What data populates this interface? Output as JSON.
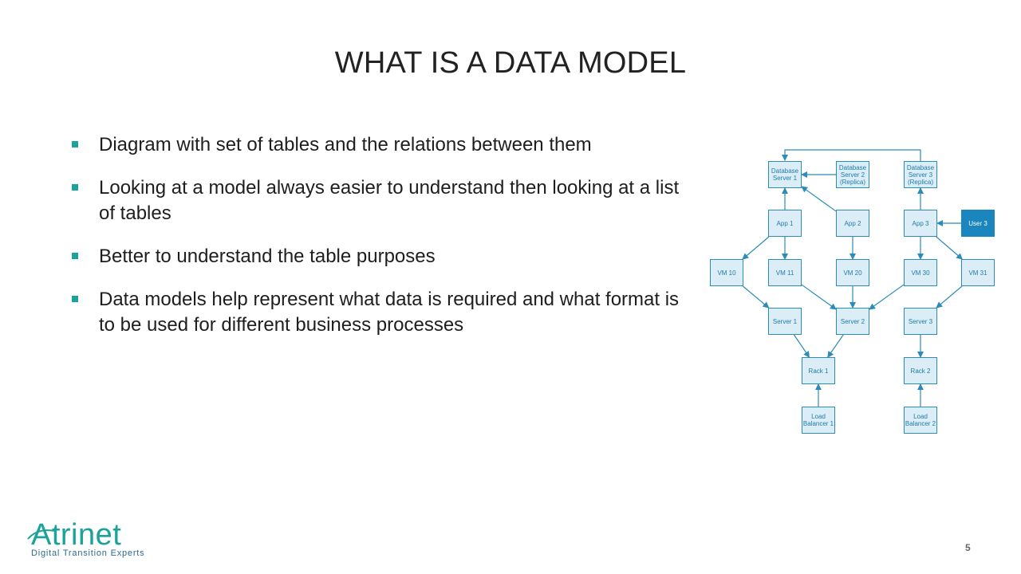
{
  "slide": {
    "title": "WHAT IS A DATA MODEL",
    "page_number": "5"
  },
  "bullets": [
    "Diagram with set of tables and the relations between them",
    "Looking at a model always easier to understand then looking at a list of tables",
    "Better to understand the table purposes",
    "Data models help represent what data is required and what format is to be used for different business processes"
  ],
  "diagram": {
    "colors": {
      "node_fill": "#dbeef8",
      "node_border": "#2b8cb8",
      "edge": "#2b8cb8",
      "highlight_fill": "#1b86bd"
    },
    "nodes": [
      {
        "id": "db1",
        "label": "Database\nServer 1"
      },
      {
        "id": "db2",
        "label": "Database\nServer 2\n(Replica)"
      },
      {
        "id": "db3",
        "label": "Database\nServer 3\n(Replica)"
      },
      {
        "id": "app1",
        "label": "App 1"
      },
      {
        "id": "app2",
        "label": "App 2"
      },
      {
        "id": "app3",
        "label": "App 3"
      },
      {
        "id": "user3",
        "label": "User 3",
        "highlight": true
      },
      {
        "id": "vm10",
        "label": "VM 10"
      },
      {
        "id": "vm11",
        "label": "VM 11"
      },
      {
        "id": "vm20",
        "label": "VM 20"
      },
      {
        "id": "vm30",
        "label": "VM 30"
      },
      {
        "id": "vm31",
        "label": "VM 31"
      },
      {
        "id": "srv1",
        "label": "Server 1"
      },
      {
        "id": "srv2",
        "label": "Server 2"
      },
      {
        "id": "srv3",
        "label": "Server 3"
      },
      {
        "id": "rack1",
        "label": "Rack 1"
      },
      {
        "id": "rack2",
        "label": "Rack 2"
      },
      {
        "id": "lb1",
        "label": "Load\nBalancer 1"
      },
      {
        "id": "lb2",
        "label": "Load\nBalancer 2"
      }
    ],
    "edges": [
      {
        "from": "db3",
        "to": "db1",
        "style": "loop-top"
      },
      {
        "from": "db2",
        "to": "db1"
      },
      {
        "from": "app1",
        "to": "db1"
      },
      {
        "from": "app2",
        "to": "db1"
      },
      {
        "from": "app3",
        "to": "db3"
      },
      {
        "from": "user3",
        "to": "app3"
      },
      {
        "from": "app1",
        "to": "vm10"
      },
      {
        "from": "app1",
        "to": "vm11"
      },
      {
        "from": "app2",
        "to": "vm20"
      },
      {
        "from": "app3",
        "to": "vm30"
      },
      {
        "from": "app3",
        "to": "vm31"
      },
      {
        "from": "vm10",
        "to": "srv1"
      },
      {
        "from": "vm11",
        "to": "srv2"
      },
      {
        "from": "vm20",
        "to": "srv2"
      },
      {
        "from": "vm30",
        "to": "srv2"
      },
      {
        "from": "vm31",
        "to": "srv3"
      },
      {
        "from": "srv1",
        "to": "rack1"
      },
      {
        "from": "srv2",
        "to": "rack1"
      },
      {
        "from": "srv3",
        "to": "rack2"
      },
      {
        "from": "lb1",
        "to": "rack1"
      },
      {
        "from": "lb2",
        "to": "rack2"
      }
    ]
  },
  "logo": {
    "word": "Atrinet",
    "tagline": "Digital Transition Experts"
  }
}
